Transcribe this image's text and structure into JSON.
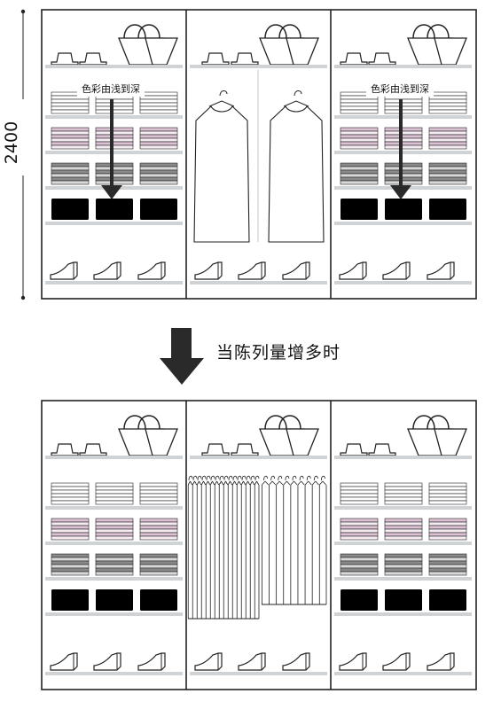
{
  "dimension_label": "2400",
  "caption": "当陈列量增多时",
  "notes": {
    "left": "色彩由浅到深",
    "right": "色彩由浅到深"
  },
  "colors": {
    "line": "#222222",
    "shelf": "#cfd3d6",
    "pink": "#dcc2d4",
    "grey": "#8a8a8a",
    "black": "#000000",
    "arrow": "#2a2a2a"
  }
}
